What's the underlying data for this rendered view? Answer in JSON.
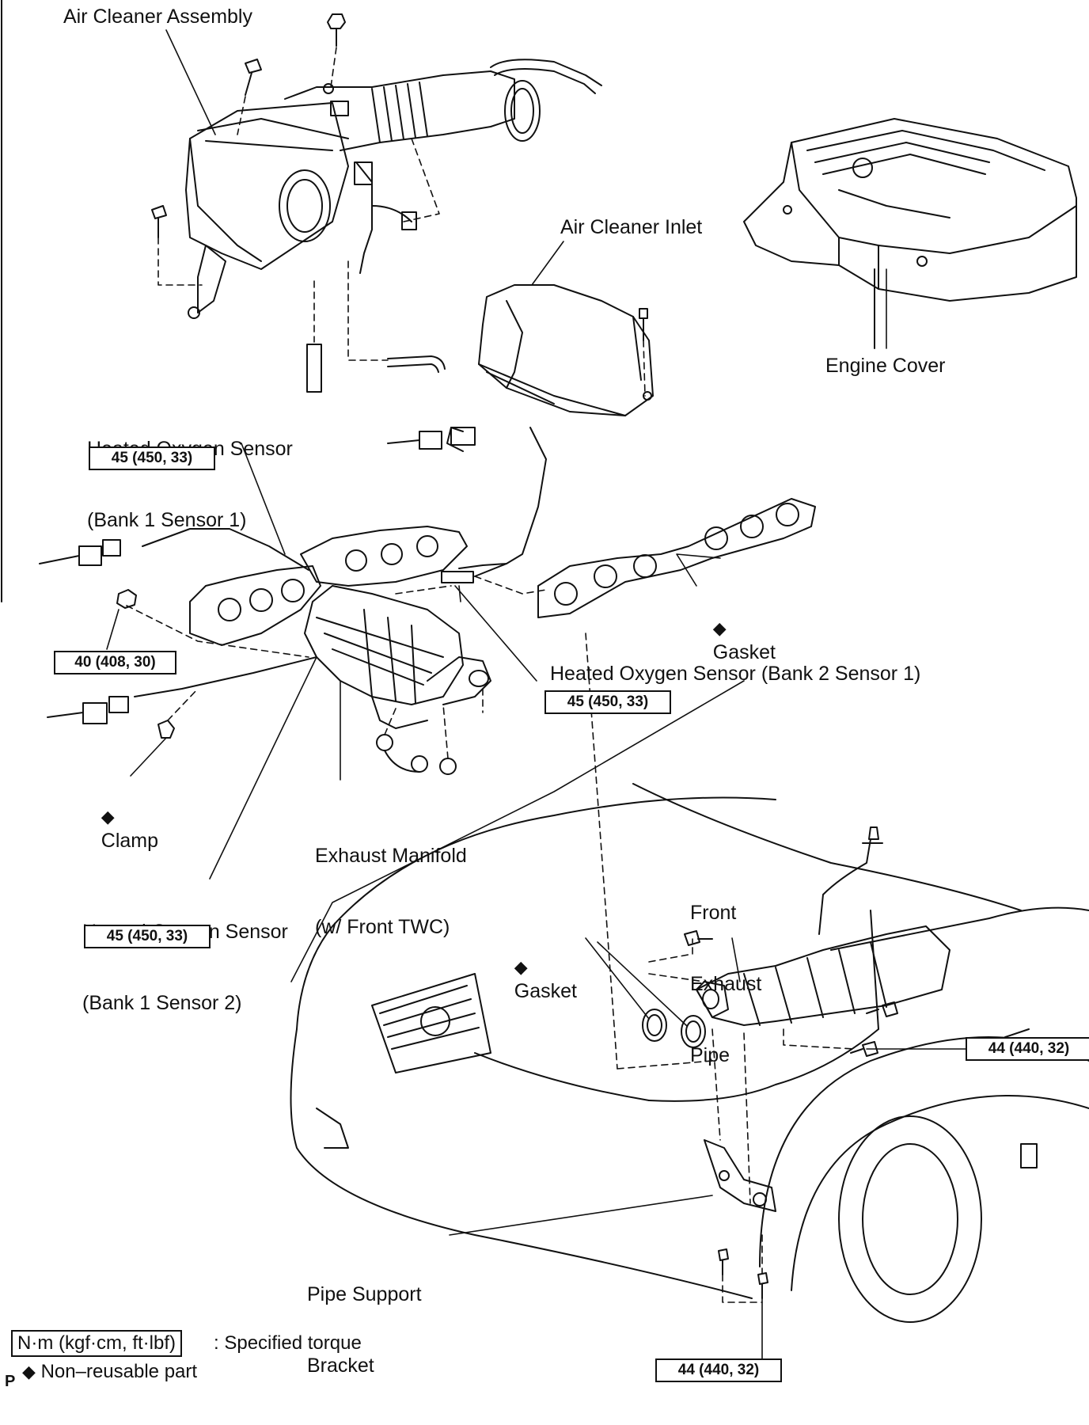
{
  "labels": {
    "air_cleaner_assembly": "Air Cleaner Assembly",
    "air_cleaner_inlet": "Air Cleaner Inlet",
    "engine_cover": "Engine Cover",
    "ho2s_b1s1_line1": "Heated Oxygen Sensor",
    "ho2s_b1s1_line2": "(Bank 1 Sensor 1)",
    "gasket_upper": "Gasket",
    "ho2s_b2s1": "Heated Oxygen Sensor (Bank 2 Sensor 1)",
    "clamp": "Clamp",
    "exhaust_manifold_line1": "Exhaust Manifold",
    "exhaust_manifold_line2": "(w/ Front TWC)",
    "ho2s_b1s2_line1": "Heated Oxygen Sensor",
    "ho2s_b1s2_line2": "(Bank 1 Sensor 2)",
    "front_exhaust_pipe_line1": "Front",
    "front_exhaust_pipe_line2": "Exhaust",
    "front_exhaust_pipe_line3": "Pipe",
    "gasket_lower": "Gasket",
    "pipe_support_bracket_line1": "Pipe Support",
    "pipe_support_bracket_line2": "Bracket"
  },
  "torques": {
    "ho2s_b1s1": "45 (450, 33)",
    "nut_manifold": "40 (408, 30)",
    "ho2s_b2s1": "45 (450, 33)",
    "ho2s_b1s2": "45 (450, 33)",
    "pipe_bolts": "44 (440, 32)",
    "bracket_bolts": "44 (440, 32)"
  },
  "symbols": {
    "non_reusable": "◆"
  },
  "legend": {
    "torque_units": "N·m (kgf·cm, ft·lbf)",
    "torque_desc": ": Specified torque",
    "non_reusable_desc": "Non–reusable part",
    "corner_mark": "P"
  }
}
